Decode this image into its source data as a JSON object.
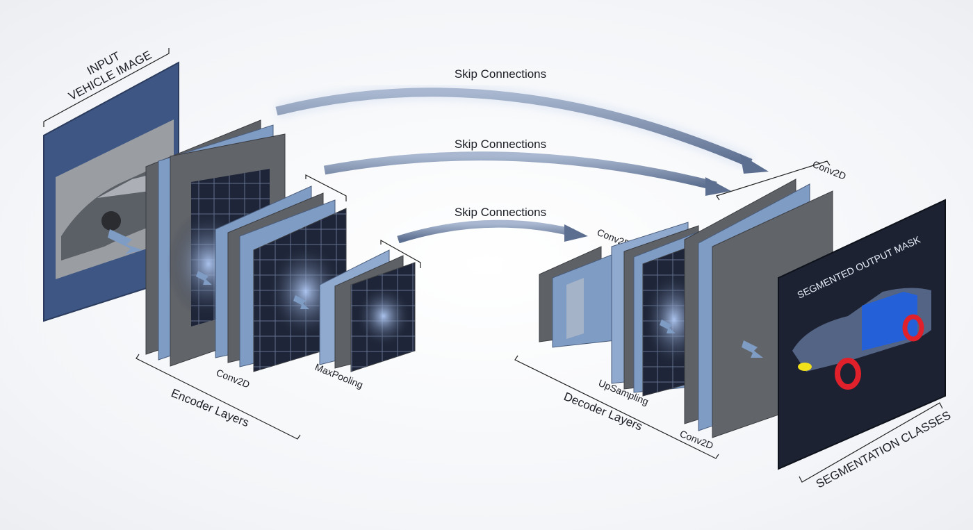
{
  "input": {
    "title_line1": "INPUT",
    "title_line2": "VEHICLE IMAGE"
  },
  "skip_connections": [
    "Skip Connections",
    "Skip Connections",
    "Skip Connections"
  ],
  "encoder": {
    "conv_label": "Conv2D",
    "pool_label": "MaxPooling",
    "group_label": "Encoder Layers"
  },
  "decoder": {
    "conv_small_label": "Conv2D",
    "upsampling_label": "UpSampling",
    "conv_bottom_label": "Conv2D",
    "conv_top_label": "Conv2D",
    "group_label": "Decoder Layers"
  },
  "output": {
    "title": "SEGMENTED OUTPUT MASK",
    "caption": "SEGMENTATION CLASSES"
  },
  "colors": {
    "panel_blue": "#3e5683",
    "layer_gray": "#5e6166",
    "layer_blue": "#7f9cc4",
    "grid_dark": "#1e2538",
    "arrow": "#7588a8",
    "mask_blue": "#1f5fe0",
    "mask_red": "#e0202a",
    "mask_yellow": "#f2e01a"
  }
}
